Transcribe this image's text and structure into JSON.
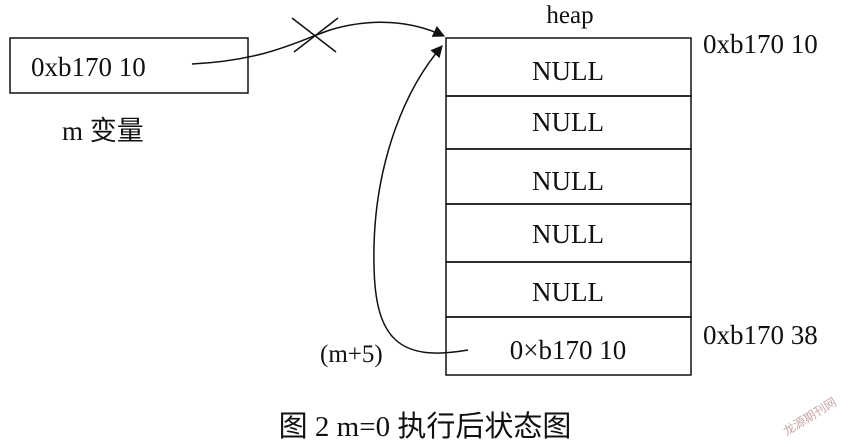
{
  "variable": {
    "value": "0xb170 10",
    "label": "m 变量"
  },
  "heap": {
    "title": "heap",
    "start_address": "0xb170 10",
    "end_address": "0xb170 38",
    "cells": [
      "NULL",
      "NULL",
      "NULL",
      "NULL",
      "NULL",
      "0×b170 10"
    ]
  },
  "pointer_label": "(m+5)",
  "caption": "图 2 m=0 执行后状态图",
  "watermark": "龙源期刊网",
  "colors": {
    "ink": "#111111",
    "background": "#ffffff",
    "watermark": "#c9a6a6"
  }
}
